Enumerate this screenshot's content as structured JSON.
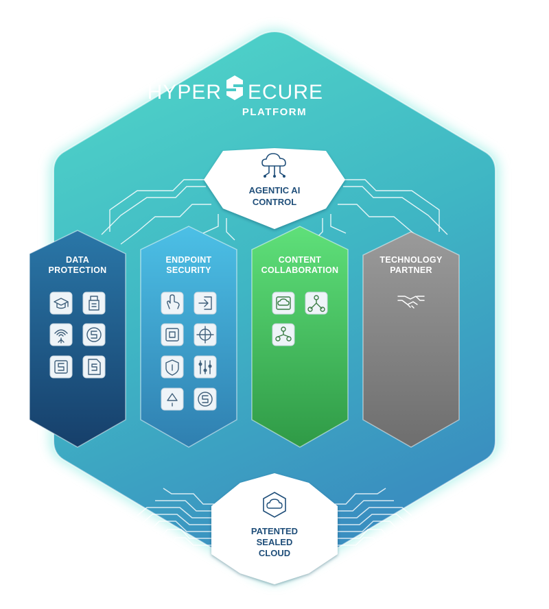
{
  "brand": {
    "word_left": "HYPER",
    "word_right": "ECURE",
    "subtitle": "PLATFORM"
  },
  "top_node": {
    "line1": "AGENTIC AI",
    "line2": "CONTROL",
    "icon": "cloud-network-icon"
  },
  "bottom_node": {
    "line1": "PATENTED",
    "line2": "SEALED",
    "line3": "CLOUD",
    "icon": "cloud-hexagon-icon"
  },
  "pillars": [
    {
      "line1": "DATA",
      "line2": "PROTECTION",
      "color": "#1f5b8a",
      "icons": [
        "graduation-cap-icon",
        "usb-drive-icon",
        "fingerprint-upload-icon",
        "sealed-s-icon",
        "s-box-icon",
        "s-document-icon"
      ]
    },
    {
      "line1": "ENDPOINT",
      "line2": "SECURITY",
      "color": "#3a9ecb",
      "icons": [
        "touch-hand-icon",
        "login-arrow-icon",
        "square-frame-icon",
        "crosshair-icon",
        "shield-icon",
        "sliders-icon",
        "up-arrow-icon",
        "sealed-s-icon"
      ]
    },
    {
      "line1": "CONTENT",
      "line2": "COLLABORATION",
      "color": "#3fb55a",
      "icons": [
        "cloud-window-icon",
        "network-nodes-icon",
        "user-share-icon"
      ]
    },
    {
      "line1": "TECHNOLOGY",
      "line2": "PARTNER",
      "color": "#7d7d7d",
      "icons": [
        "handshake-icon"
      ]
    }
  ],
  "colors": {
    "hex_top": "#4fd4c8",
    "hex_bottom": "#3a90bf",
    "node_text": "#1f4e79"
  }
}
